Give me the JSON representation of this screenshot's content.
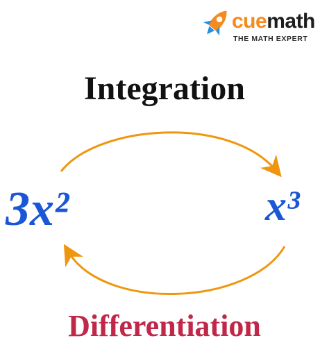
{
  "brand": {
    "name": "cuemath",
    "tagline": "THE MATH EXPERT",
    "color_primary": "#f58a1f",
    "color_secondary": "#1e1e1e",
    "icon": "rocket-icon"
  },
  "diagram": {
    "top_label": "Integration",
    "bottom_label": "Differentiation",
    "bottom_label_color": "#c0284a",
    "left_term": "3x²",
    "right_term": "x³",
    "term_color": "#1a56d6",
    "arrow_color": "#f0960e"
  }
}
